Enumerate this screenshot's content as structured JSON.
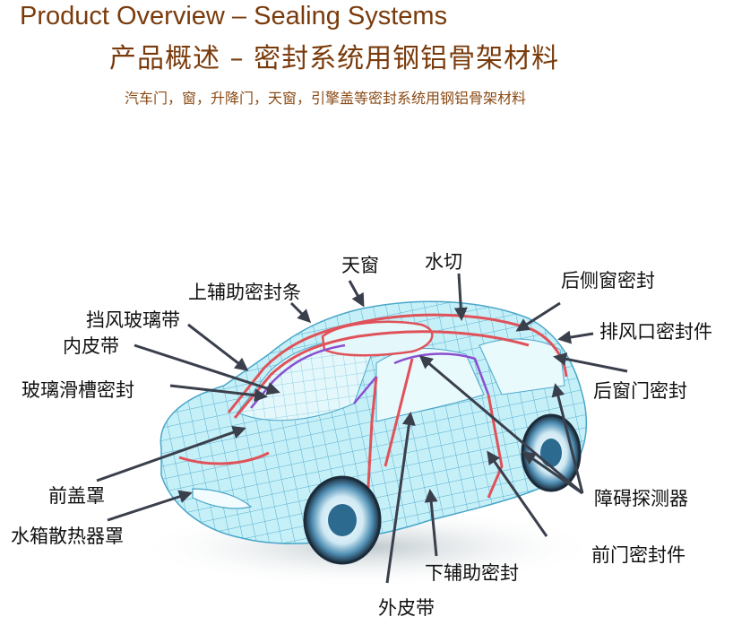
{
  "title_en": "Product Overview – Sealing Systems",
  "title_cn": "产品概述 – 密封系统用钢铝骨架材料",
  "subtitle": "汽车门，窗，升降门，天窗，引擎盖等密封系统用钢铝骨架材料",
  "labels": {
    "sunroof": "天窗",
    "water_cut": "水切",
    "upper_aux_seal": "上辅助密封条",
    "rear_side_window_seal": "后侧窗密封",
    "windshield_strip": "挡风玻璃带",
    "exhaust_seal": "排风口密封件",
    "inner_skin_strip": "内皮带",
    "glass_run_seal": "玻璃滑槽密封",
    "rear_door_seal": "后窗门密封",
    "hood": "前盖罩",
    "obstacle_detector": "障碍探测器",
    "radiator_cover": "水箱散热器罩",
    "front_door_seal": "前门密封件",
    "lower_aux_seal": "下辅助密封",
    "outer_skin_strip": "外皮带"
  },
  "colors": {
    "title": "#7a3b0c",
    "car_body": "#bfeef7",
    "car_grid": "#4aa6c9",
    "seal_red": "#e0525a",
    "seal_purple": "#8a4fd0",
    "arrow": "#3a3f4c"
  }
}
